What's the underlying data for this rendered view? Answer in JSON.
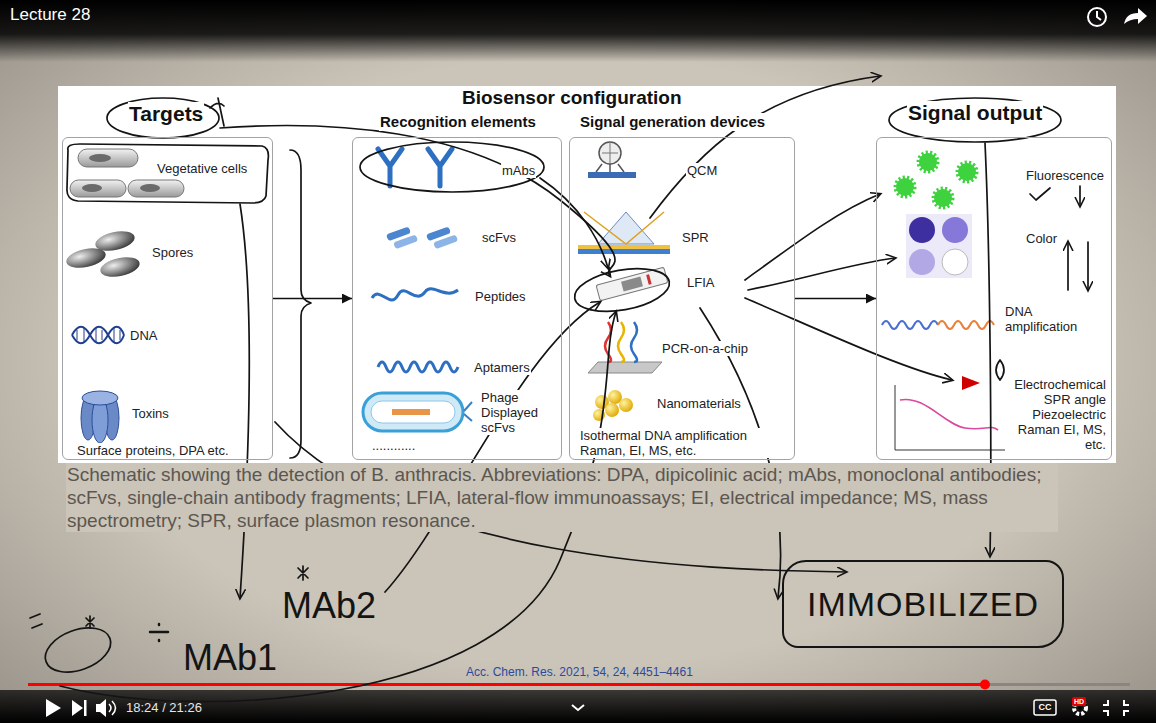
{
  "diagram": {
    "title": "Biosensor configuration",
    "caption": "Schematic showing the detection of B. anthracis. Abbreviations: DPA, dipicolinic acid; mAbs, monoclonal antibodies; scFvs, single-chain antibody fragments; LFIA, lateral-flow immunoassays; EI, electrical impedance; MS, mass spectrometry; SPR, surface plasmon resonance.",
    "nodes": [
      {
        "text": [
          "Targets",
          "Vegetative cells",
          "Spores",
          "DNA",
          "Toxins",
          "Surface proteins, DPA etc."
        ]
      },
      {
        "text": [
          "Recognition elements",
          "mAbs",
          "scFvs",
          "Peptides",
          "Aptamers",
          "Phage Displayed scFvs",
          "............"
        ]
      },
      {
        "text": [
          "Signal generation devices",
          "QCM",
          "SPR",
          "LFIA",
          "PCR-on-a-chip",
          "Nanomaterials",
          "Isothermal DNA amplification Raman, EI, MS, etc."
        ]
      },
      {
        "text": [
          "Signal output",
          "Fluorescence",
          "Color",
          "DNA amplification",
          "Electrochemical SPR angle Piezoelectric Raman EI, MS, etc."
        ]
      },
      {
        "text": [
          "IMMOBILIZED"
        ]
      }
    ],
    "edges": [
      {
        "from": 0,
        "to": 1,
        "arrow": "to"
      },
      {
        "from": 2,
        "to": 3,
        "arrow": "to"
      }
    ],
    "labels": [
      "Lecture 28",
      "MAb1",
      "MAb2",
      "Acc. Chem. Res. 2021, 54, 24, 4451–4461",
      "18:24 / 21:26",
      "CC",
      "HD"
    ]
  }
}
